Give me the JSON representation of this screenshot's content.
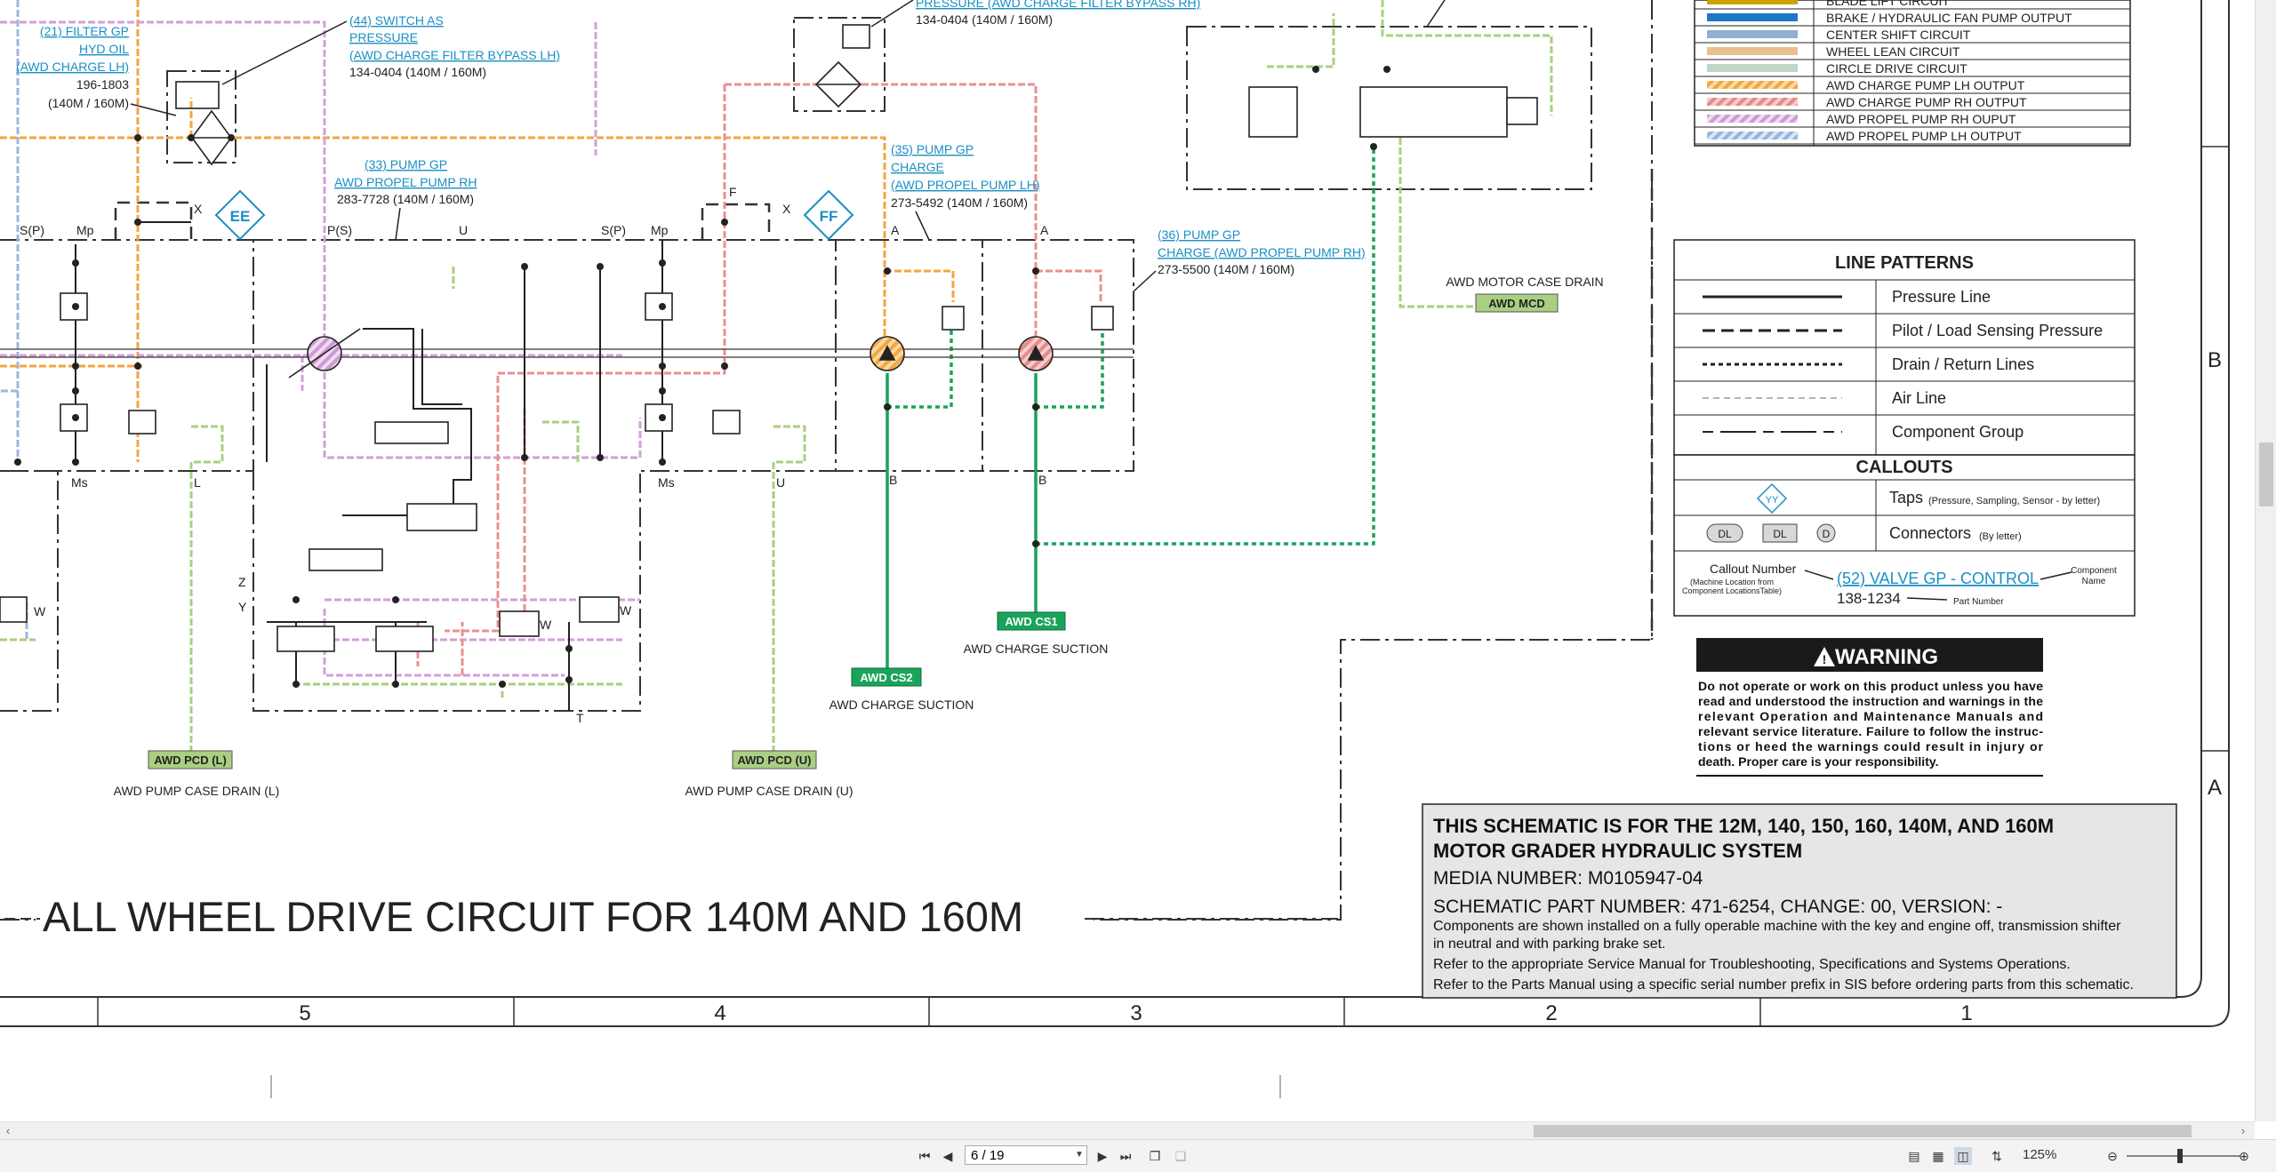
{
  "diagram": {
    "callouts": {
      "filter_hyd_oil": [
        "(21) FILTER GP",
        "HYD OIL",
        "(AWD CHARGE LH)"
      ],
      "filter_part": [
        "196-1803",
        "(140M / 160M)"
      ],
      "switch44": [
        "(44) SWITCH AS",
        "PRESSURE",
        "(AWD CHARGE FILTER BYPASS LH)"
      ],
      "switch44_part": "134-0404 (140M / 160M)",
      "switch_rh": "PRESSURE (AWD CHARGE FILTER BYPASS RH)",
      "switch_rh_part": "134-0404 (140M / 160M)",
      "pump33": [
        "(33) PUMP GP",
        "AWD PROPEL PUMP RH"
      ],
      "pump33_part": "283-7728 (140M / 160M)",
      "pump35": [
        "(35) PUMP GP",
        "CHARGE",
        "(AWD PROPEL PUMP LH)"
      ],
      "pump35_part": "273-5492 (140M / 160M)",
      "pump36": [
        "(36) PUMP GP",
        "CHARGE (AWD PROPEL PUMP RH)"
      ],
      "pump36_part": "273-5500 (140M / 160M)"
    },
    "taps": [
      "EE",
      "FF"
    ],
    "ports": [
      "S(P)",
      "Mp",
      "X",
      "P(S)",
      "U",
      "S(P)",
      "Mp",
      "F",
      "X",
      "A",
      "A",
      "Ms",
      "L",
      "Ms",
      "U",
      "B",
      "B",
      "Z",
      "Y",
      "W",
      "W",
      "W",
      "T"
    ],
    "connectors": [
      {
        "code": "AWD MCD",
        "caption": "AWD MOTOR CASE DRAIN",
        "color": "#a9cf82"
      },
      {
        "code": "AWD CS1",
        "caption": "AWD CHARGE SUCTION",
        "color": "#1aa35a"
      },
      {
        "code": "AWD CS2",
        "caption": "AWD CHARGE SUCTION",
        "color": "#1aa35a"
      },
      {
        "code": "AWD PCD (L)",
        "caption": "AWD PUMP CASE DRAIN (L)",
        "color": "#a9cf82"
      },
      {
        "code": "AWD PCD (U)",
        "caption": "AWD PUMP CASE DRAIN (U)",
        "color": "#a9cf82"
      }
    ],
    "big_title": "ALL WHEEL DRIVE CIRCUIT FOR 140M AND 160M"
  },
  "legend": {
    "circuits": [
      {
        "label": "BLADE LIFT CIRCUIT",
        "color": "#c9a400",
        "pattern": "solid"
      },
      {
        "label": "BRAKE / HYDRAULIC FAN PUMP OUTPUT",
        "color": "#1f77c9",
        "pattern": "solid"
      },
      {
        "label": "CENTER SHIFT CIRCUIT",
        "color": "#8fb0cf",
        "pattern": "solid"
      },
      {
        "label": "WHEEL LEAN CIRCUIT",
        "color": "#e8bf8f",
        "pattern": "solid"
      },
      {
        "label": "CIRCLE DRIVE CIRCUIT",
        "color": "#c2d6c6",
        "pattern": "solid"
      },
      {
        "label": "AWD CHARGE PUMP LH OUTPUT",
        "color": "#f2a640",
        "pattern": "hatch"
      },
      {
        "label": "AWD CHARGE PUMP RH OUTPUT",
        "color": "#e89090",
        "pattern": "hatch"
      },
      {
        "label": "AWD PROPEL PUMP RH OUPUT",
        "color": "#d2a0d8",
        "pattern": "hatch"
      },
      {
        "label": "AWD PROPEL PUMP LH OUTPUT",
        "color": "#9fb6dd",
        "pattern": "hatch"
      }
    ],
    "line_patterns_title": "LINE PATTERNS",
    "line_patterns": [
      "Pressure Line",
      "Pilot / Load Sensing Pressure",
      "Drain / Return Lines",
      "Air Line",
      "Component Group"
    ],
    "callouts_title": "CALLOUTS",
    "taps_label": "Taps",
    "taps_note": "(Pressure, Sampling, Sensor - by letter)",
    "taps_symbol": "YY",
    "connectors_label": "Connectors",
    "connectors_note": "(By letter)",
    "connector_symbols": [
      "DL",
      "DL",
      "D"
    ],
    "callout_number_label": "Callout Number",
    "callout_number_note": [
      "(Machine Location from",
      "Component LocationsTable)"
    ],
    "callout_example": "(52) VALVE GP - CONTROL",
    "callout_part": "138-1234",
    "part_number_label": "Part Number",
    "component_name_label": [
      "Component",
      "Name"
    ]
  },
  "warning": {
    "title": "WARNING",
    "text": [
      "Do not operate or work on this product unless you have",
      "read and understood the instruction and warnings in the",
      "relevant Operation and Maintenance Manuals and",
      "relevant service literature. Failure to follow the instruc-",
      "tions or heed the warnings could result in injury or",
      "death. Proper care is your responsibility."
    ]
  },
  "title_block": {
    "line1": "THIS SCHEMATIC IS FOR THE 12M, 140, 150, 160, 140M, AND 160M",
    "line2": "MOTOR GRADER HYDRAULIC SYSTEM",
    "media": "MEDIA NUMBER: M0105947-04",
    "part": "SCHEMATIC PART NUMBER: 471-6254, CHANGE: 00, VERSION: -",
    "notes": [
      "Components are shown installed on a fully operable machine with the key and engine off, transmission shifter",
      "in neutral and with parking brake set.",
      "Refer to the appropriate Service Manual for Troubleshooting, Specifications and Systems Operations.",
      "Refer to the Parts Manual using a specific serial number prefix in SIS before ordering parts from this schematic."
    ]
  },
  "grid": {
    "columns": [
      "5",
      "4",
      "3",
      "2",
      "1"
    ],
    "rows": [
      "B",
      "A"
    ]
  },
  "viewer": {
    "page_value": "6 / 19",
    "zoom": "125%",
    "zoom_fraction": 0.47
  }
}
